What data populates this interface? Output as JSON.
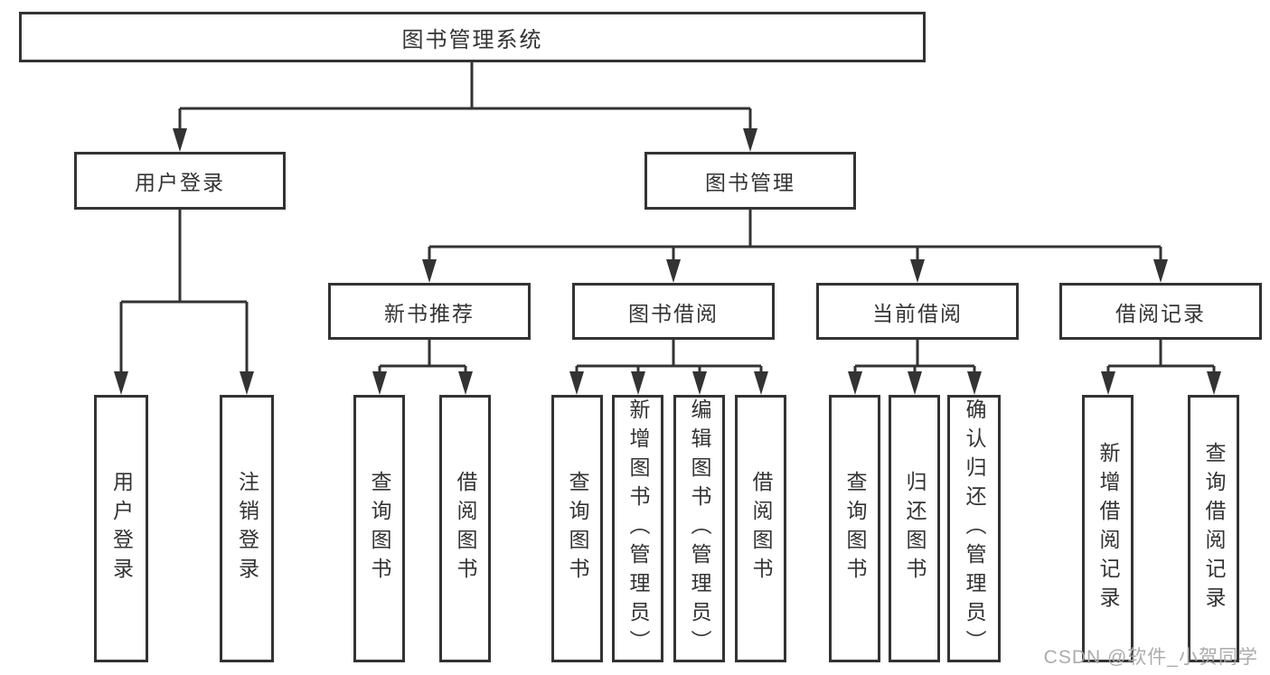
{
  "colors": {
    "line": "#333333",
    "text": "#333333",
    "box_background": "#ffffff",
    "watermark": "#a8a8a8"
  },
  "watermark": {
    "text": "CSDN @软件_小贺同学"
  },
  "tree": {
    "label": "图书管理系统",
    "children": [
      {
        "label": "用户登录",
        "children": [
          {
            "label": "用户登录"
          },
          {
            "label": "注销登录"
          }
        ]
      },
      {
        "label": "图书管理",
        "children": [
          {
            "label": "新书推荐",
            "children": [
              {
                "label": "查询图书"
              },
              {
                "label": "借阅图书"
              }
            ]
          },
          {
            "label": "图书借阅",
            "children": [
              {
                "label": "查询图书"
              },
              {
                "label": "新增图书（管理员）"
              },
              {
                "label": "编辑图书（管理员）"
              },
              {
                "label": "借阅图书"
              }
            ]
          },
          {
            "label": "当前借阅",
            "children": [
              {
                "label": "查询图书"
              },
              {
                "label": "归还图书"
              },
              {
                "label": "确认归还（管理员）"
              }
            ]
          },
          {
            "label": "借阅记录",
            "children": [
              {
                "label": "新增借阅记录"
              },
              {
                "label": "查询借阅记录"
              }
            ]
          }
        ]
      }
    ]
  }
}
